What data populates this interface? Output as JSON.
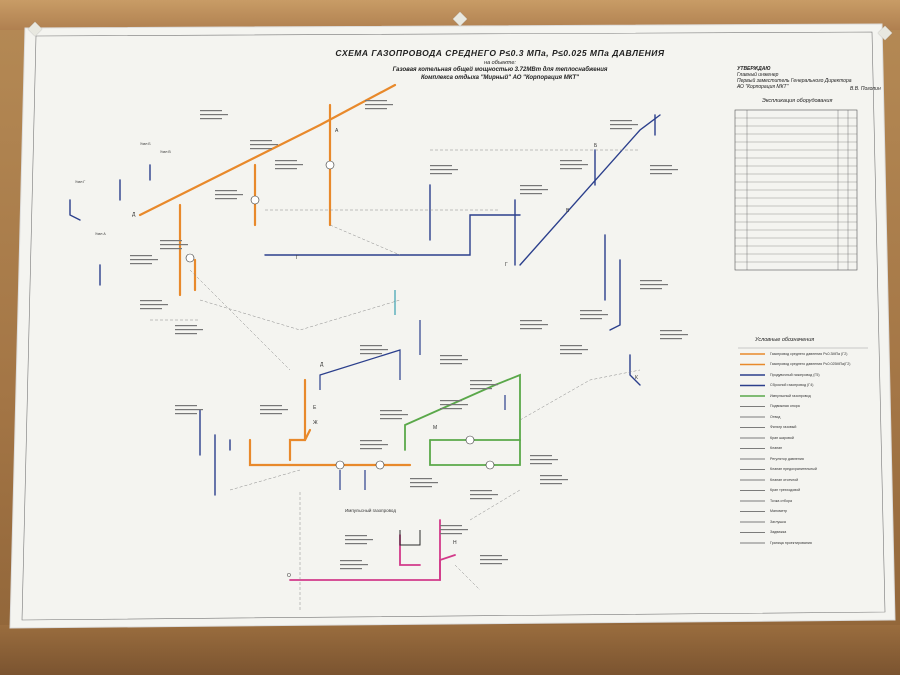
{
  "colors": {
    "medium_pressure": "#e8892b",
    "low_pressure": "#2b3f8c",
    "impulse": "#5aa84a",
    "purge": "#d23a8a",
    "candle": "#3aa0b0",
    "paper": "#f4f4f0"
  },
  "drawing": {
    "title": "СХЕМА ГАЗОПРОВОДА СРЕДНЕГО Р≤0.3 МПа, Р≤0.025 МПа ДАВЛЕНИЯ",
    "subtitle_line1": "на объекте:",
    "subtitle_line2": "Газовая котельная общей мощностью 3.72МВт для теплоснабжения",
    "subtitle_line3": "Комплекса отдыха \"Мирный\" АО \"Корпорация МКТ\""
  },
  "approval": {
    "heading": "УТВЕРЖДАЮ",
    "line1": "Главный инженер",
    "line2": "Первый заместитель Генерального Директора",
    "line3": "АО \"Корпорация МКТ\"",
    "line4": "____________________",
    "signature": "В.В. Погопин"
  },
  "spec_table": {
    "title": "Экспликация оборудования"
  },
  "legend": {
    "title": "Условные обозначения",
    "items": [
      "Газопровод среднего давления Р≤0.3МПа (Г2)",
      "Газопровод среднего давления Р≤0.025МПа(Г2)",
      "Продувочный газопровод (Г5)",
      "Сбросной газопровод (Г4)",
      "Импульсный газопровод",
      "Подвижная опора",
      "Отвод",
      "Фильтр газовый",
      "Кран шаровой",
      "Клапан",
      "Регулятор давления",
      "Клапан предохранительный",
      "Клапан отсечной",
      "Кран трехходовой",
      "Точка отбора",
      "Манометр",
      "Заглушка",
      "Задвижка",
      "Граница проектирования"
    ]
  },
  "labels": {
    "impulse_pipe": "Импульсный газопровод",
    "node_d": "Д",
    "node_e": "Е",
    "node_g": "Г",
    "node_v": "В",
    "node_a": "А",
    "node_k": "К",
    "node_m": "М",
    "node_n": "Н",
    "node_o": "О",
    "node_zh": "Ж",
    "node_b": "Б",
    "node_uzel_b": "Узел Б",
    "node_uzel_v": "Узел В",
    "node_uzel_g": "Узел Г",
    "node_uzel_a": "Узел А"
  }
}
